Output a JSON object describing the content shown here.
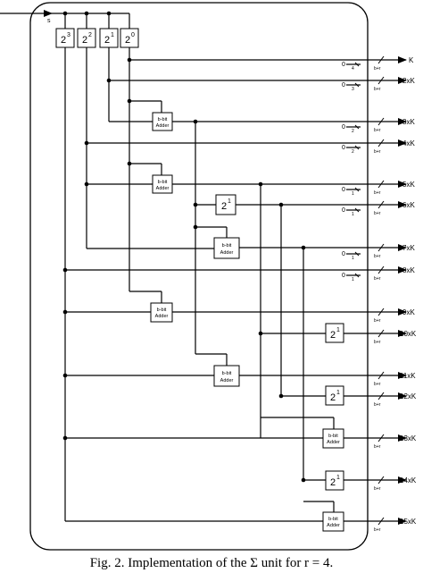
{
  "input_label": "s",
  "shifters_top": [
    "2",
    "2",
    "2",
    "2"
  ],
  "shifters_top_exp": [
    "3",
    "2",
    "1",
    "0"
  ],
  "adder_label": [
    "b-bit",
    "Adder"
  ],
  "shifter_exp": "1",
  "zero_pad_label": "0",
  "bus_label": "b+r",
  "pad_exps": [
    "4",
    "3",
    "2",
    "2",
    "1",
    "1",
    "1",
    "1"
  ],
  "outputs": [
    "K",
    "2xK",
    "3xK",
    "4xK",
    "5xK",
    "6xK",
    "7xK",
    "8xK",
    "9xK",
    "10xK",
    "11xK",
    "12xK",
    "13xK",
    "14xK",
    "15xK"
  ],
  "caption": "Fig. 2. Implementation of the Σ unit for r = 4."
}
